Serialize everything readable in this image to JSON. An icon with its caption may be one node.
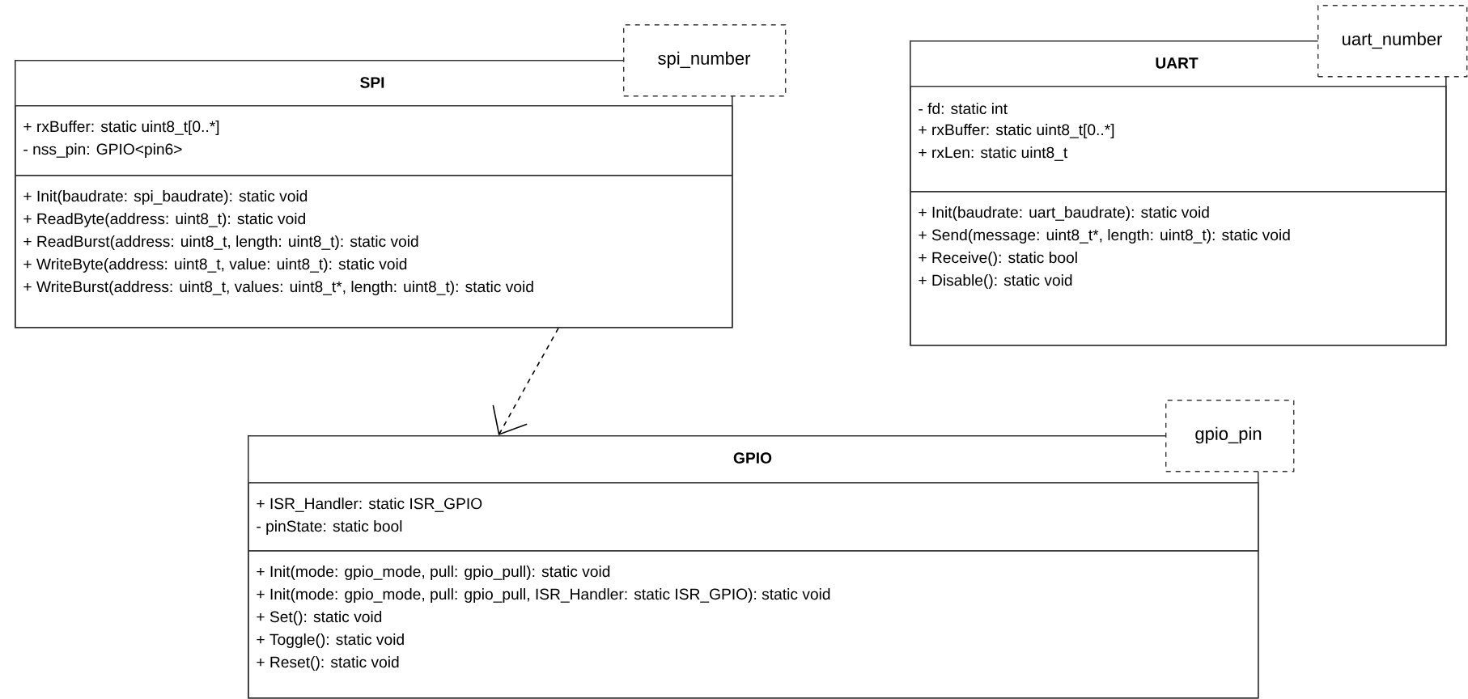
{
  "diagram": {
    "nodes": [
      {
        "text": [
          "SPI"
        ]
      },
      {
        "text": [
          "+ rxBuffer: static uint8_t[0..*]",
          "- nss_pin: GPIO<pin6>"
        ],
        "in": 0
      },
      {
        "text": [
          "+ Init(baudrate: spi_baudrate): static void",
          "+ ReadByte(address: uint8_t): static void",
          "+ ReadBurst(address: uint8_t, length: uint8_t): static void",
          "+ WriteByte(address: uint8_t, value: uint8_t): static void",
          "+ WriteBurst(address: uint8_t, values: uint8_t*, length: uint8_t): static void"
        ],
        "in": 0
      },
      {
        "text": [
          "spi_number"
        ]
      },
      {
        "text": [
          "UART"
        ]
      },
      {
        "text": [
          "- fd: static int",
          "+ rxBuffer: static uint8_t[0..*]",
          "+ rxLen: static uint8_t"
        ],
        "in": 4
      },
      {
        "text": [
          "+ Init(baudrate: uart_baudrate): static void",
          "+ Send(message: uint8_t*, length: uint8_t): static void",
          "+ Receive(): static bool",
          "+ Disable(): static void"
        ],
        "in": 4
      },
      {
        "text": [
          "uart_number"
        ]
      },
      {
        "text": [
          "GPIO"
        ]
      },
      {
        "text": [
          "+ ISR_Handler: static ISR_GPIO",
          "- pinState: static bool"
        ],
        "in": 8
      },
      {
        "text": [
          "+ Init(mode: gpio_mode, pull: gpio_pull): static void",
          "+ Init(mode: gpio_mode, pull: gpio_pull, ISR_Handler: static ISR_GPIO): static void",
          "+ Set(): static void",
          "+ Toggle(): static void",
          "+ Reset(): static void"
        ],
        "in": 8
      },
      {
        "text": [
          "gpio_pin"
        ]
      }
    ],
    "edges": [
      {
        "from": 0,
        "to": 8,
        "arrow": "to",
        "style": "dashed"
      }
    ]
  }
}
